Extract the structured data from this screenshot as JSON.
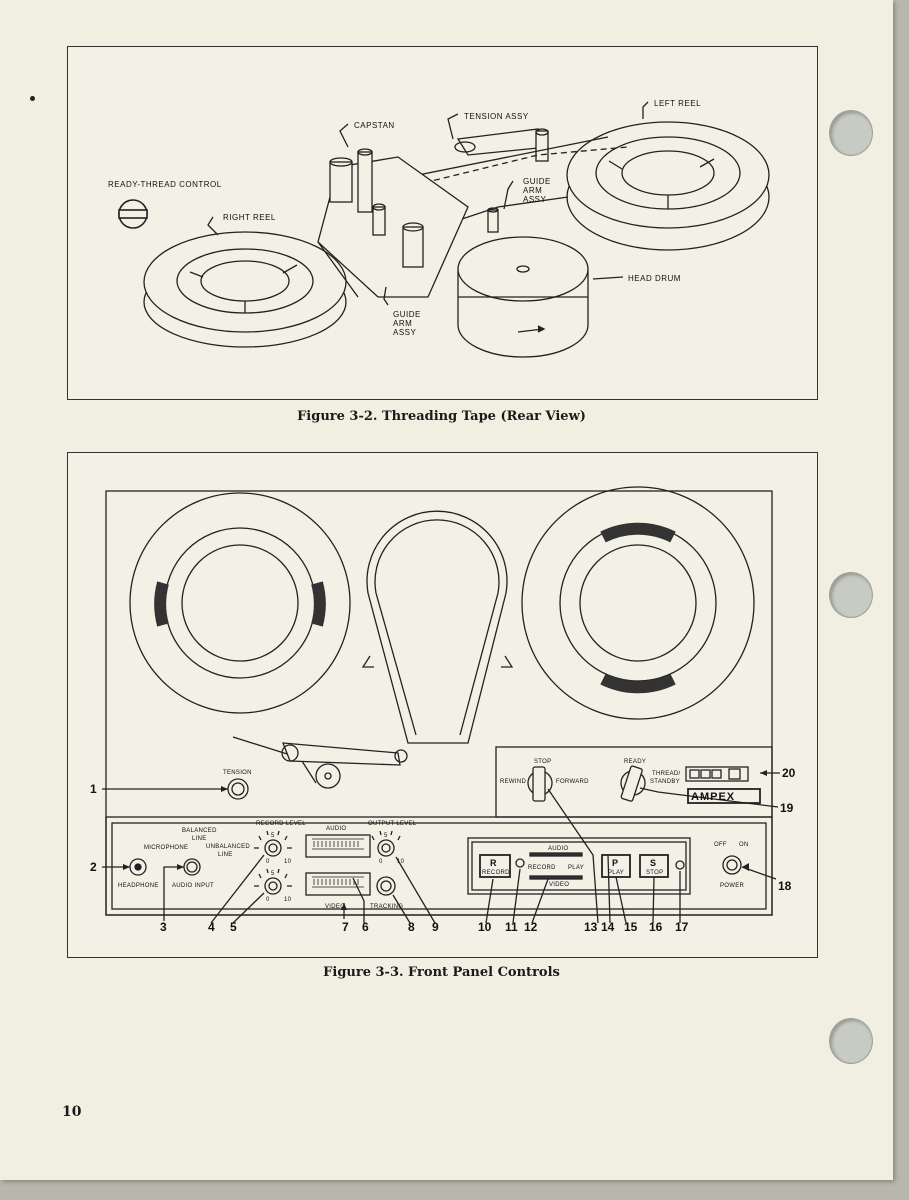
{
  "page_number": "10",
  "figure_2": {
    "caption": "Figure 3-2. Threading Tape (Rear View)",
    "labels": {
      "left_reel": "LEFT REEL",
      "tension_assy": "TENSION ASSY",
      "capstan": "CAPSTAN",
      "ready_thread_control": "READY-THREAD CONTROL",
      "right_reel": "RIGHT REEL",
      "guide_arm_assy_top_1": "GUIDE",
      "guide_arm_assy_top_2": "ARM",
      "guide_arm_assy_top_3": "ASSY",
      "guide_arm_assy_bottom_1": "GUIDE",
      "guide_arm_assy_bottom_2": "ARM",
      "guide_arm_assy_bottom_3": "ASSY",
      "head_drum": "HEAD DRUM"
    }
  },
  "figure_3": {
    "caption": "Figure 3-3. Front Panel Controls",
    "labels": {
      "tension": "TENSION",
      "balanced_line_1": "BALANCED",
      "balanced_line_2": "LINE",
      "microphone": "MICROPHONE",
      "unbalanced_line_1": "UNBALANCED",
      "unbalanced_line_2": "LINE",
      "headphone": "HEADPHONE",
      "audio_input": "AUDIO INPUT",
      "record_level": "RECORD LEVEL",
      "audio_meter": "AUDIO",
      "output_level": "OUTPUT LEVEL",
      "video_meter": "VIDEO",
      "tracking": "TRACKING",
      "stop": "STOP",
      "rewind": "REWIND",
      "forward": "FORWARD",
      "ready": "READY",
      "thread_standby_1": "THREAD/",
      "thread_standby_2": "STANDBY",
      "brand": "AMPEX",
      "audio_bar": "AUDIO",
      "record": "RECORD",
      "play": "PLAY",
      "video_bar": "VIDEO",
      "btn_r_letter": "R",
      "btn_r_word": "RECORD",
      "btn_p_letter": "P",
      "btn_p_word": "PLAY",
      "btn_s_letter": "S",
      "btn_s_word": "STOP",
      "off": "OFF",
      "on": "ON",
      "power": "POWER",
      "knob_min": "0",
      "knob_mid": "5",
      "knob_max": "10"
    },
    "callouts": [
      "1",
      "2",
      "3",
      "4",
      "5",
      "6",
      "7",
      "8",
      "9",
      "10",
      "11",
      "12",
      "13",
      "14",
      "15",
      "16",
      "17",
      "18",
      "19",
      "20"
    ]
  }
}
